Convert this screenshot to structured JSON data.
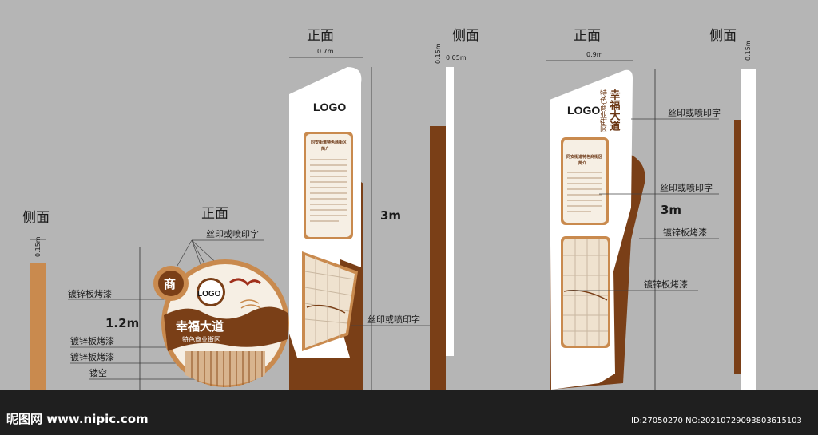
{
  "labels": {
    "side_view": "侧面",
    "front_view": "正面",
    "silk_print": "丝印或喷印字",
    "galvanized_paint": "镀锌板烤漆",
    "hollow": "镂空"
  },
  "dimensions": {
    "d_015": "0.15m",
    "d_07": "0.7m",
    "d_005": "0.05m",
    "d_09": "0.9m",
    "d_12": "1.2m",
    "d_3": "3m"
  },
  "sign": {
    "logo": "LOGO",
    "title": "幸福大道",
    "subtitle": "特色商业街区",
    "seal_char": "商",
    "intro_title_line1": "同安街道特色商街区",
    "intro_title_line2": "简介"
  },
  "footer": {
    "brand": "昵图网 www.nipic.com",
    "id_text": "ID:27050270 NO:20210729093803615103"
  },
  "colors": {
    "background": "#b5b5b5",
    "brown": "#7a3f17",
    "orange": "#c98a4e",
    "cream": "#f6efe4",
    "ground": "#1f1f1f"
  }
}
